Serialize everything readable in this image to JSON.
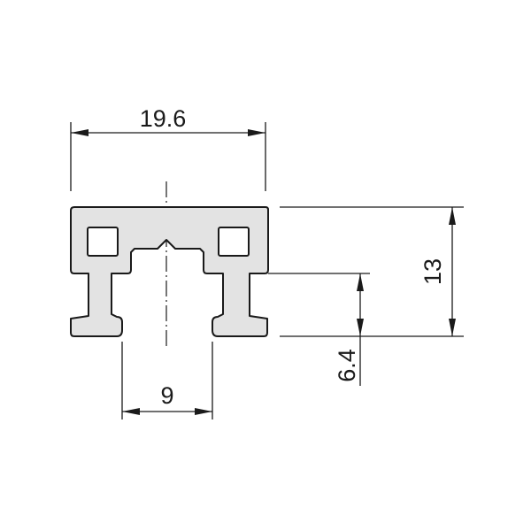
{
  "dimensions": {
    "overall_width": "19.6",
    "overall_height": "13",
    "slot_width": "9",
    "flange_height": "6.4"
  }
}
